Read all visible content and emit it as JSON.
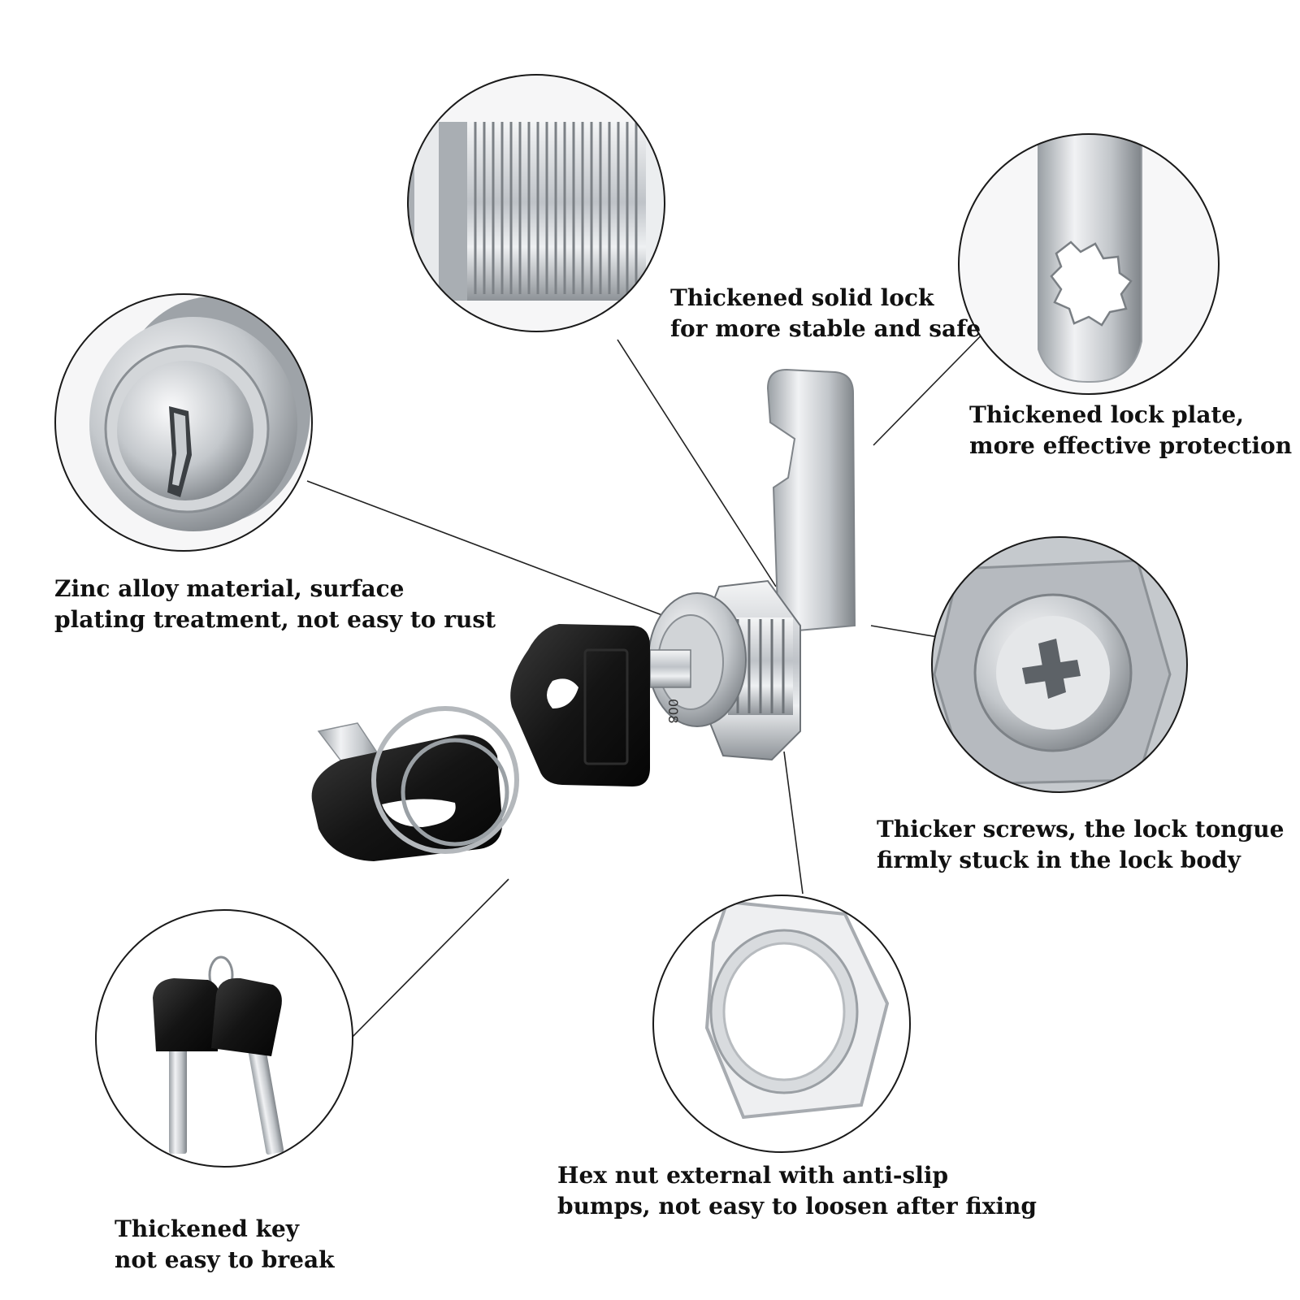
{
  "colors": {
    "background": "#ffffff",
    "text": "#111111",
    "callout_line": "#222222",
    "circle_border": "#1a1a1a",
    "metal": "#c9ccd0",
    "metal_dark": "#8d9196",
    "key_plastic": "#151515"
  },
  "callouts": {
    "solid_lock": {
      "line1": "Thickened solid lock",
      "line2": "for more stable and safe"
    },
    "lock_plate": {
      "line1": "Thickened lock plate,",
      "line2": "more effective protection"
    },
    "zinc_alloy": {
      "line1": "Zinc alloy material, surface",
      "line2": "plating treatment, not easy to rust"
    },
    "screws": {
      "line1": "Thicker screws, the lock tongue",
      "line2": "firmly stuck in the lock body"
    },
    "hex_nut": {
      "line1": "Hex nut external with anti-slip",
      "line2": "bumps, not easy to loosen after fixing"
    },
    "key": {
      "line1": "Thickened key",
      "line2": "not easy to break"
    }
  },
  "engravings": {
    "key_code": "008"
  }
}
